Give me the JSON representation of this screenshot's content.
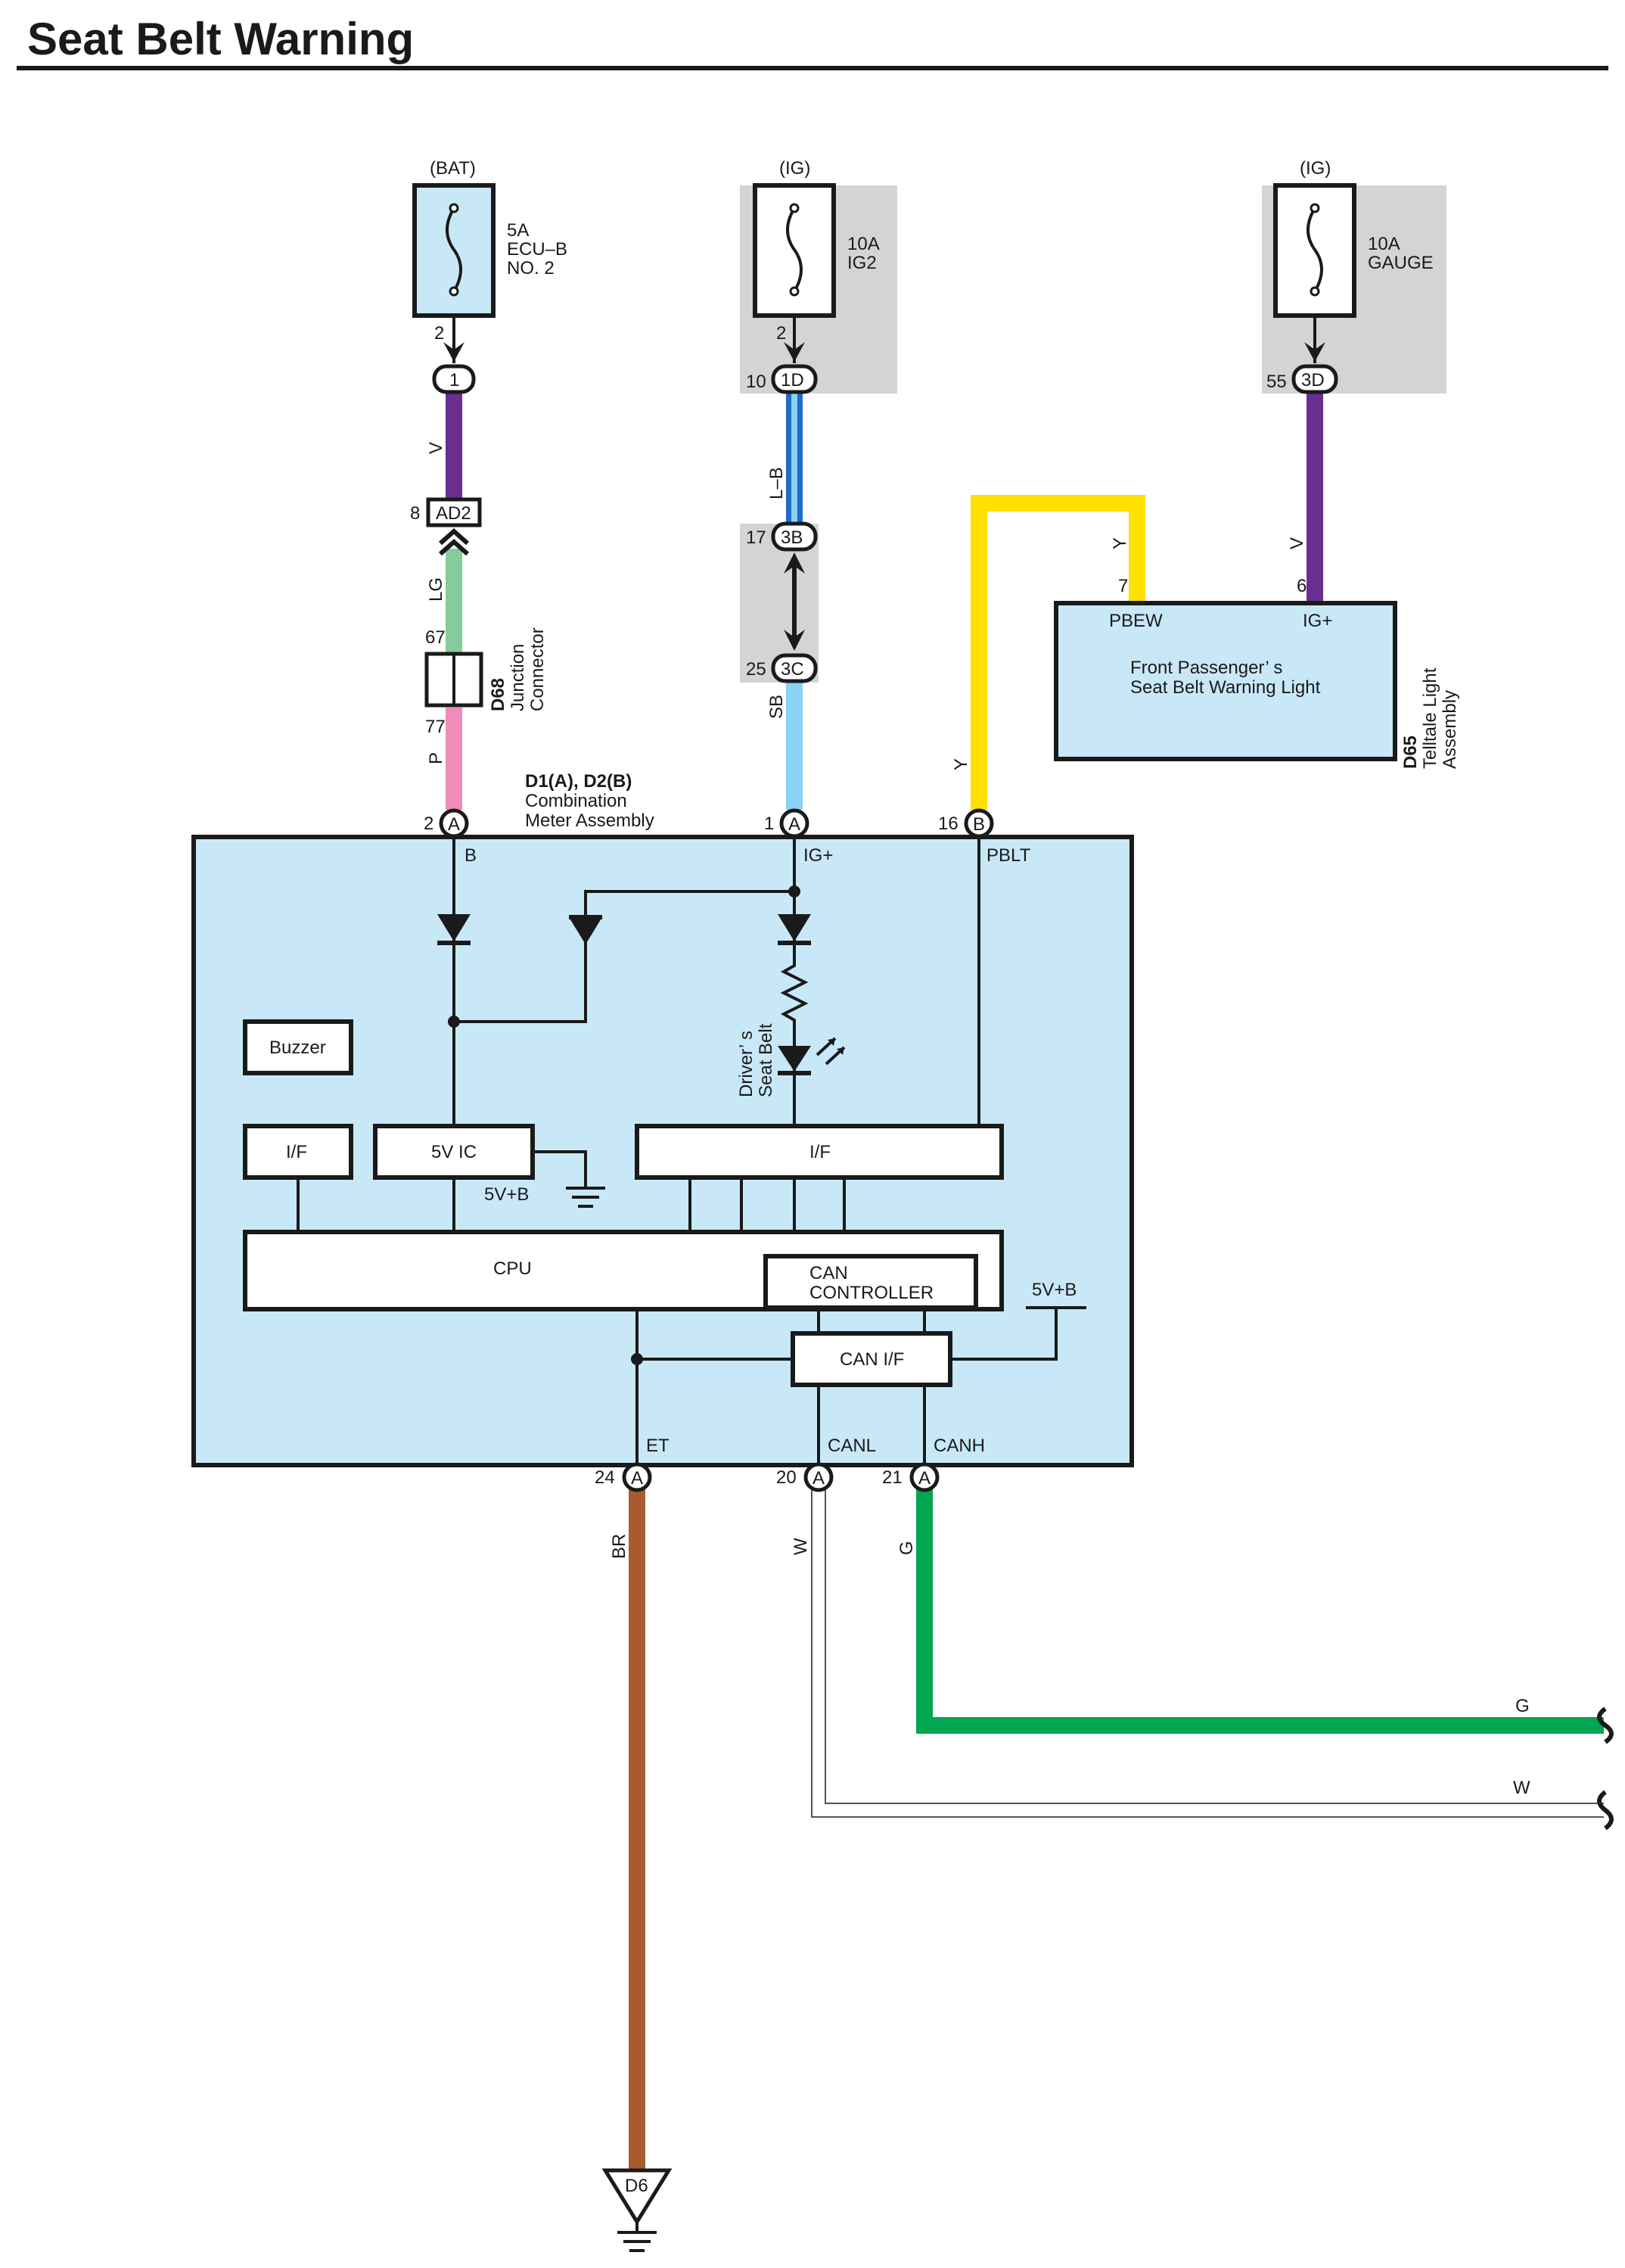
{
  "title": "Seat Belt Warning",
  "colors": {
    "V": "#6a2d90",
    "LG": "#86cc9a",
    "P": "#f08cbc",
    "L": "#1e6ec8",
    "SB": "#8cd2f4",
    "Y": "#ffe000",
    "BR": "#a85a30",
    "G": "#00a650",
    "W": "#ffffff",
    "box_fill": "#c8e8f8",
    "highlight": "#d4d4d4"
  },
  "fuses": [
    {
      "source": "(BAT)",
      "rating": "5A",
      "name1": "ECU–B",
      "name2": "NO. 2",
      "pin_top": "2",
      "junction": "1"
    },
    {
      "source": "(IG)",
      "rating": "10A",
      "name1": "IG2",
      "name2": "",
      "pin_top": "2",
      "pin_left": "10",
      "junction": "1D"
    },
    {
      "source": "(IG)",
      "rating": "10A",
      "name1": "GAUGE",
      "name2": "",
      "pin_left": "55",
      "junction": "3D"
    }
  ],
  "wires": {
    "v1": "V",
    "lg": "LG",
    "p": "P",
    "lb": "L–B",
    "sb": "SB",
    "y1": "Y",
    "y2": "Y",
    "v2": "V",
    "br": "BR",
    "w": "W",
    "g": "G",
    "g_end": "G",
    "w_end": "W"
  },
  "connectors": {
    "ad2_pin": "8",
    "ad2_label": "AD2",
    "d68_top": "67",
    "d68_bottom": "77",
    "d68_id": "D68",
    "d68_name1": "Junction",
    "d68_name2": "Connector",
    "c3b_pin": "17",
    "c3b": "3B",
    "c3c_pin": "25",
    "c3c": "3C"
  },
  "telltale": {
    "id": "D65",
    "name1": "Telltale Light",
    "name2": "Assembly",
    "pin_pbew": "7",
    "pbew": "PBEW",
    "pin_ig": "6",
    "ig": "IG+",
    "line1": "Front Passenger’ s",
    "line2": "Seat Belt Warning Light"
  },
  "meter": {
    "id": "D1(A), D2(B)",
    "name1": "Combination",
    "name2": "Meter Assembly",
    "top_pins": [
      {
        "num": "2",
        "letter": "A",
        "label": "B"
      },
      {
        "num": "1",
        "letter": "A",
        "label": "IG+"
      },
      {
        "num": "16",
        "letter": "B",
        "label": "PBLT"
      }
    ],
    "bottom_pins": [
      {
        "num": "24",
        "letter": "A",
        "label": "ET"
      },
      {
        "num": "20",
        "letter": "A",
        "label": "CANL"
      },
      {
        "num": "21",
        "letter": "A",
        "label": "CANH"
      }
    ],
    "buzzer": "Buzzer",
    "if_left": "I/F",
    "ic": "5V IC",
    "ic_supply": "5V+B",
    "if_right": "I/F",
    "cpu": "CPU",
    "can_ctrl1": "CAN",
    "can_ctrl2": "CONTROLLER",
    "can_supply": "5V+B",
    "can_if": "CAN I/F",
    "driver1": "Driver’ s",
    "driver2": "Seat Belt"
  },
  "ground": "D6"
}
